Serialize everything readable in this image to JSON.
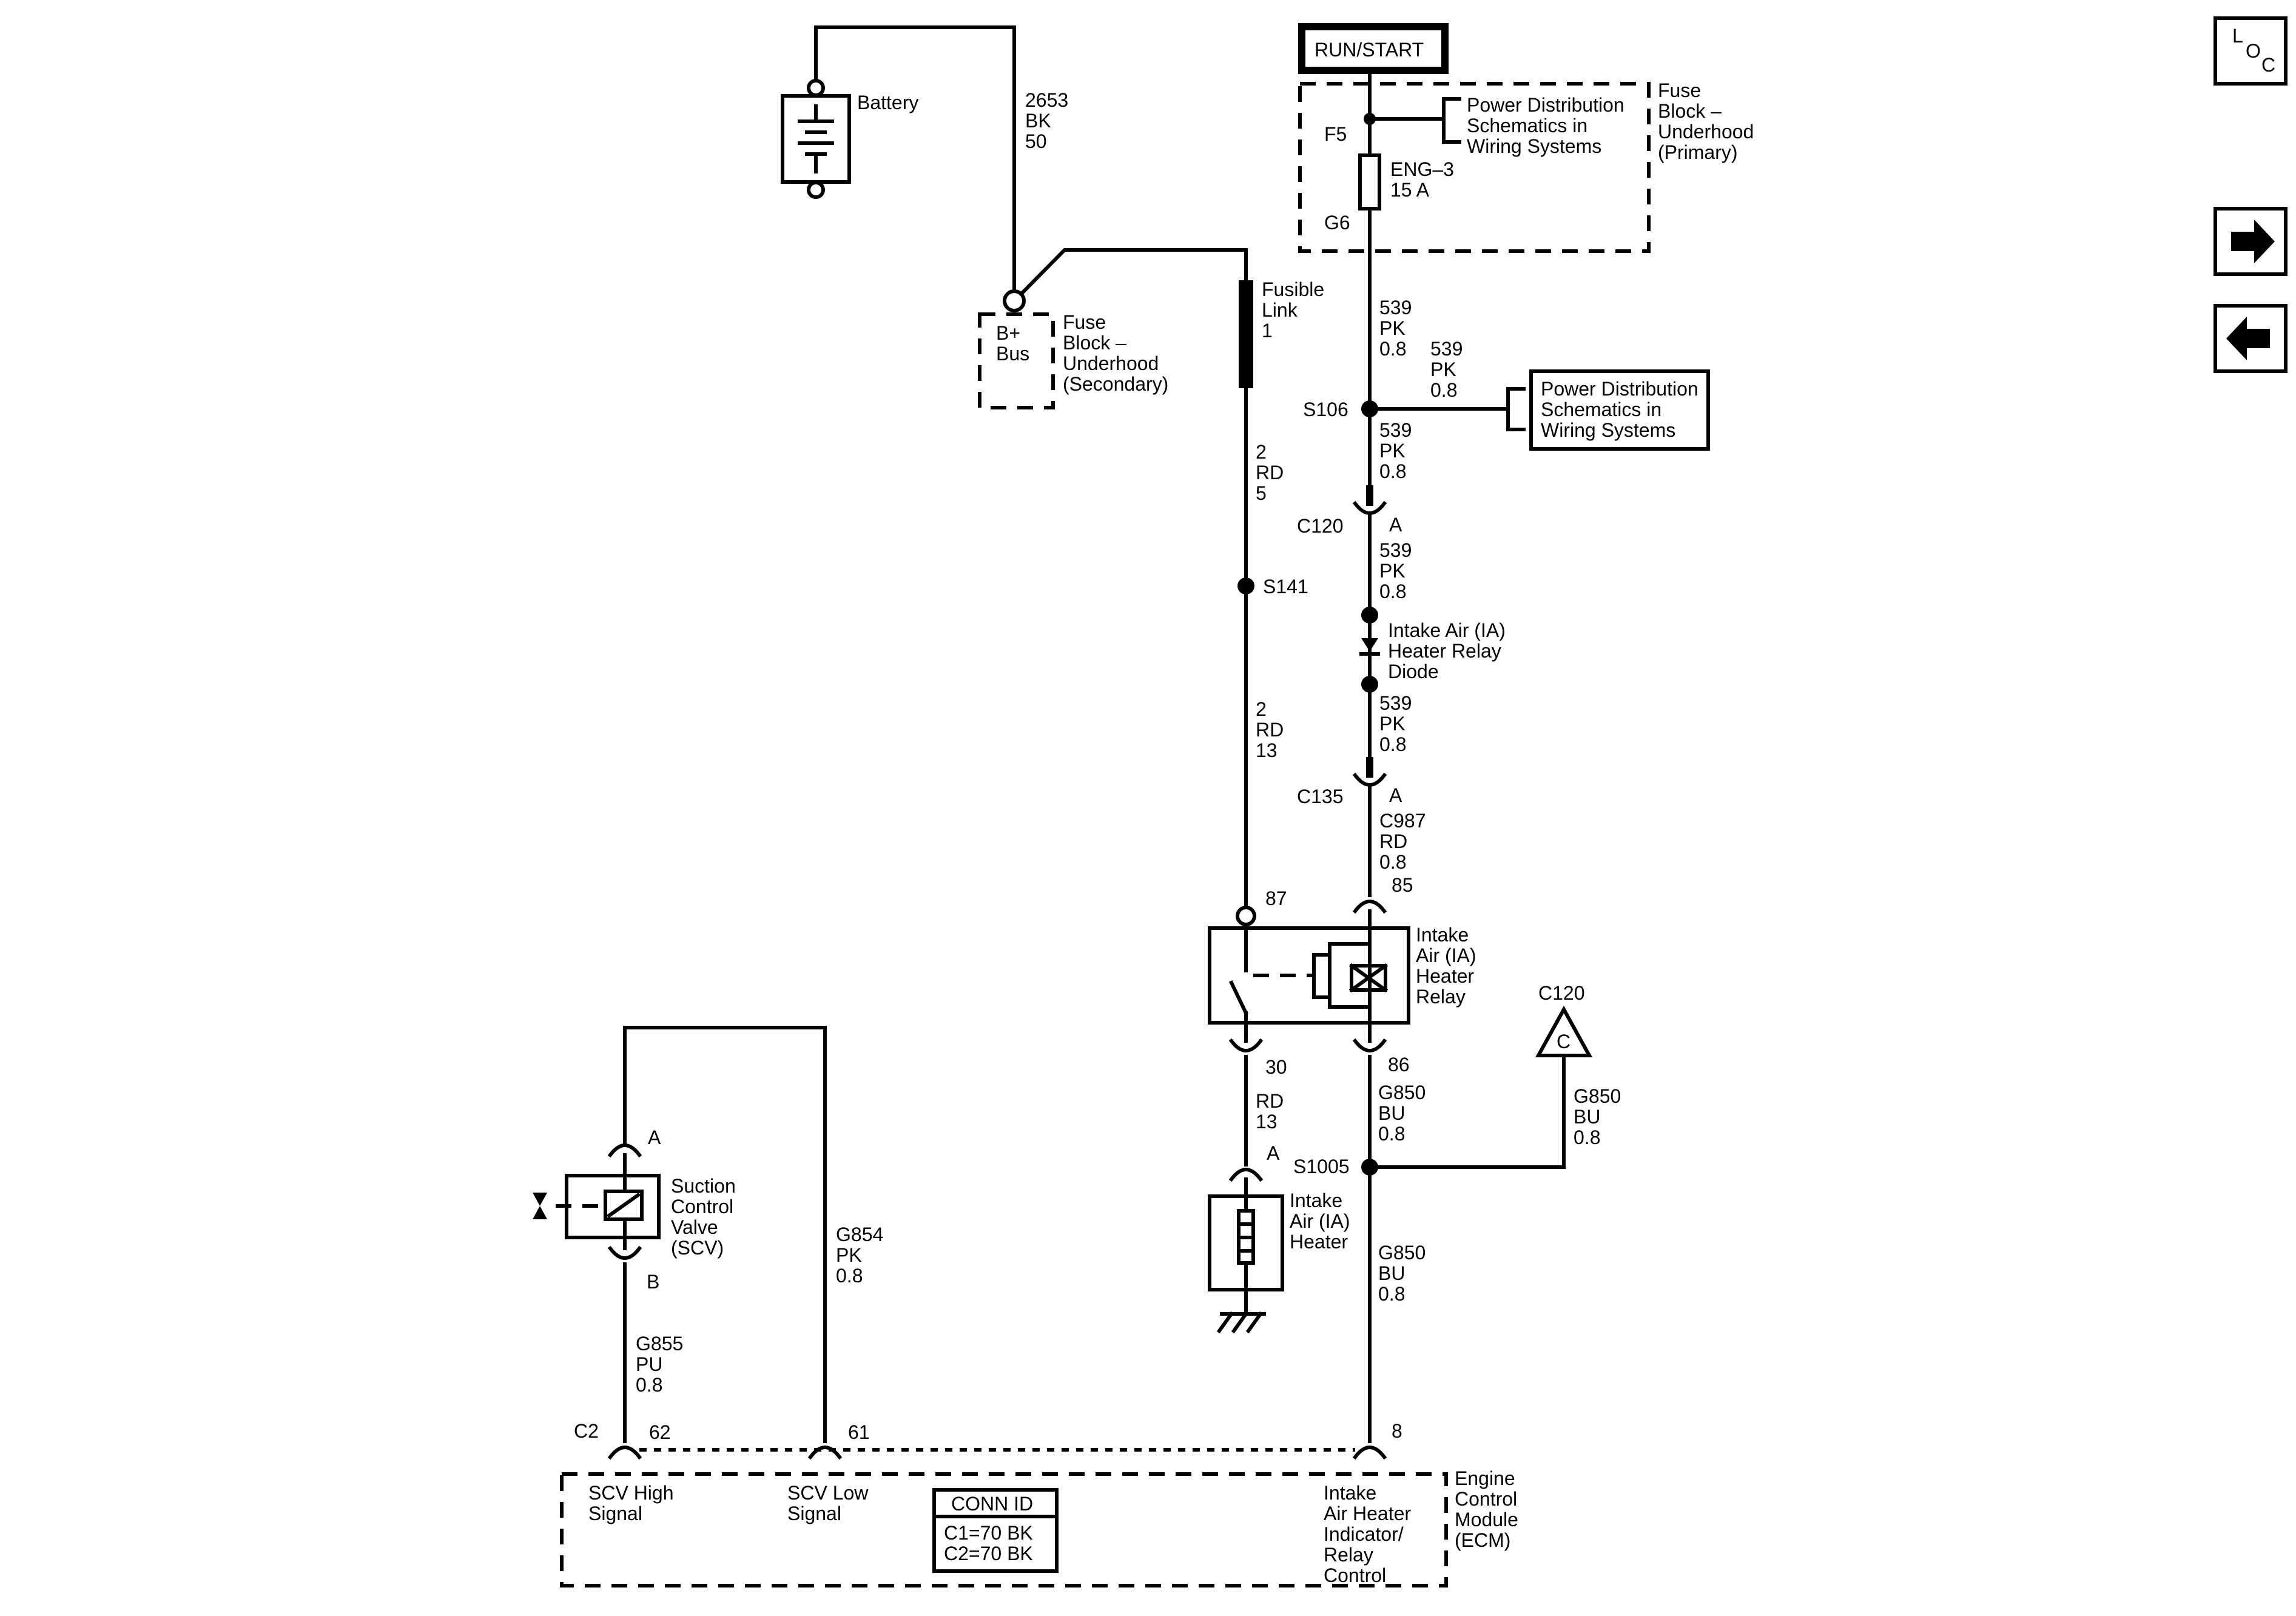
{
  "run_start": "RUN/START",
  "loc": {
    "l": "L",
    "o": "O",
    "c": "C"
  },
  "battery": "Battery",
  "batt_wire": [
    "2653",
    "BK",
    "50"
  ],
  "bplus": [
    "B+",
    "Bus"
  ],
  "fuse_secondary": [
    "Fuse",
    "Block –",
    "Underhood",
    "(Secondary)"
  ],
  "fusible_link": [
    "Fusible",
    "Link",
    "1"
  ],
  "wire_2rd5": [
    "2",
    "RD",
    "5"
  ],
  "s141": "S141",
  "wire_2rd13": [
    "2",
    "RD",
    "13"
  ],
  "f5": "F5",
  "g6": "G6",
  "eng3": [
    "ENG–3",
    "15 A"
  ],
  "power_dist_top": [
    "Power Distribution",
    "Schematics in",
    "Wiring Systems"
  ],
  "fuse_primary": [
    "Fuse",
    "Block –",
    "Underhood",
    "(Primary)"
  ],
  "wire_539_a": [
    "539",
    "PK",
    "0.8"
  ],
  "wire_539_b": [
    "539",
    "PK",
    "0.8"
  ],
  "s106": "S106",
  "power_dist_mid": [
    "Power Distribution",
    "Schematics in",
    "Wiring  Systems"
  ],
  "wire_539_c": [
    "539",
    "PK",
    "0.8"
  ],
  "c120": "C120",
  "pin_a1": "A",
  "wire_539_d": [
    "539",
    "PK",
    "0.8"
  ],
  "diode": [
    "Intake Air (IA)",
    "Heater Relay",
    "Diode"
  ],
  "wire_539_e": [
    "539",
    "PK",
    "0.8"
  ],
  "c135": "C135",
  "pin_a2": "A",
  "wire_c987": [
    "C987",
    "RD",
    "0.8"
  ],
  "pin_85": "85",
  "pin_87": "87",
  "relay": [
    "Intake",
    "Air (IA)",
    "Heater",
    "Relay"
  ],
  "pin_30": "30",
  "pin_86": "86",
  "wire_rd13": [
    "RD",
    "13"
  ],
  "pin_a3": "A",
  "heater": [
    "Intake",
    "Air (IA)",
    "Heater"
  ],
  "s1005": "S1005",
  "wire_g850_a": [
    "G850",
    "BU",
    "0.8"
  ],
  "wire_g850_b": [
    "G850",
    "BU",
    "0.8"
  ],
  "wire_g850_c": [
    "G850",
    "BU",
    "0.8"
  ],
  "c120_ref": "C120",
  "c_letter": "C",
  "scv_pin_a": "A",
  "scv_pin_b": "B",
  "scv": [
    "Suction",
    "Control",
    "Valve",
    "(SCV)"
  ],
  "wire_g854": [
    "G854",
    "PK",
    "0.8"
  ],
  "wire_g855": [
    "G855",
    "PU",
    "0.8"
  ],
  "c2": "C2",
  "pin_62": "62",
  "pin_61": "61",
  "pin_8": "8",
  "scv_high": [
    "SCV High",
    "Signal"
  ],
  "scv_low": [
    "SCV Low",
    "Signal"
  ],
  "conn_id": {
    "title": "CONN ID",
    "c1": "C1=70 BK",
    "c2": "C2=70 BK"
  },
  "ia_indicator": [
    "Intake",
    "Air Heater",
    "Indicator/",
    "Relay",
    "Control"
  ],
  "ecm": [
    "Engine",
    "Control",
    "Module",
    "(ECM)"
  ],
  "nav": {
    "next_icon": "arrow-right-icon",
    "prev_icon": "arrow-left-icon"
  }
}
